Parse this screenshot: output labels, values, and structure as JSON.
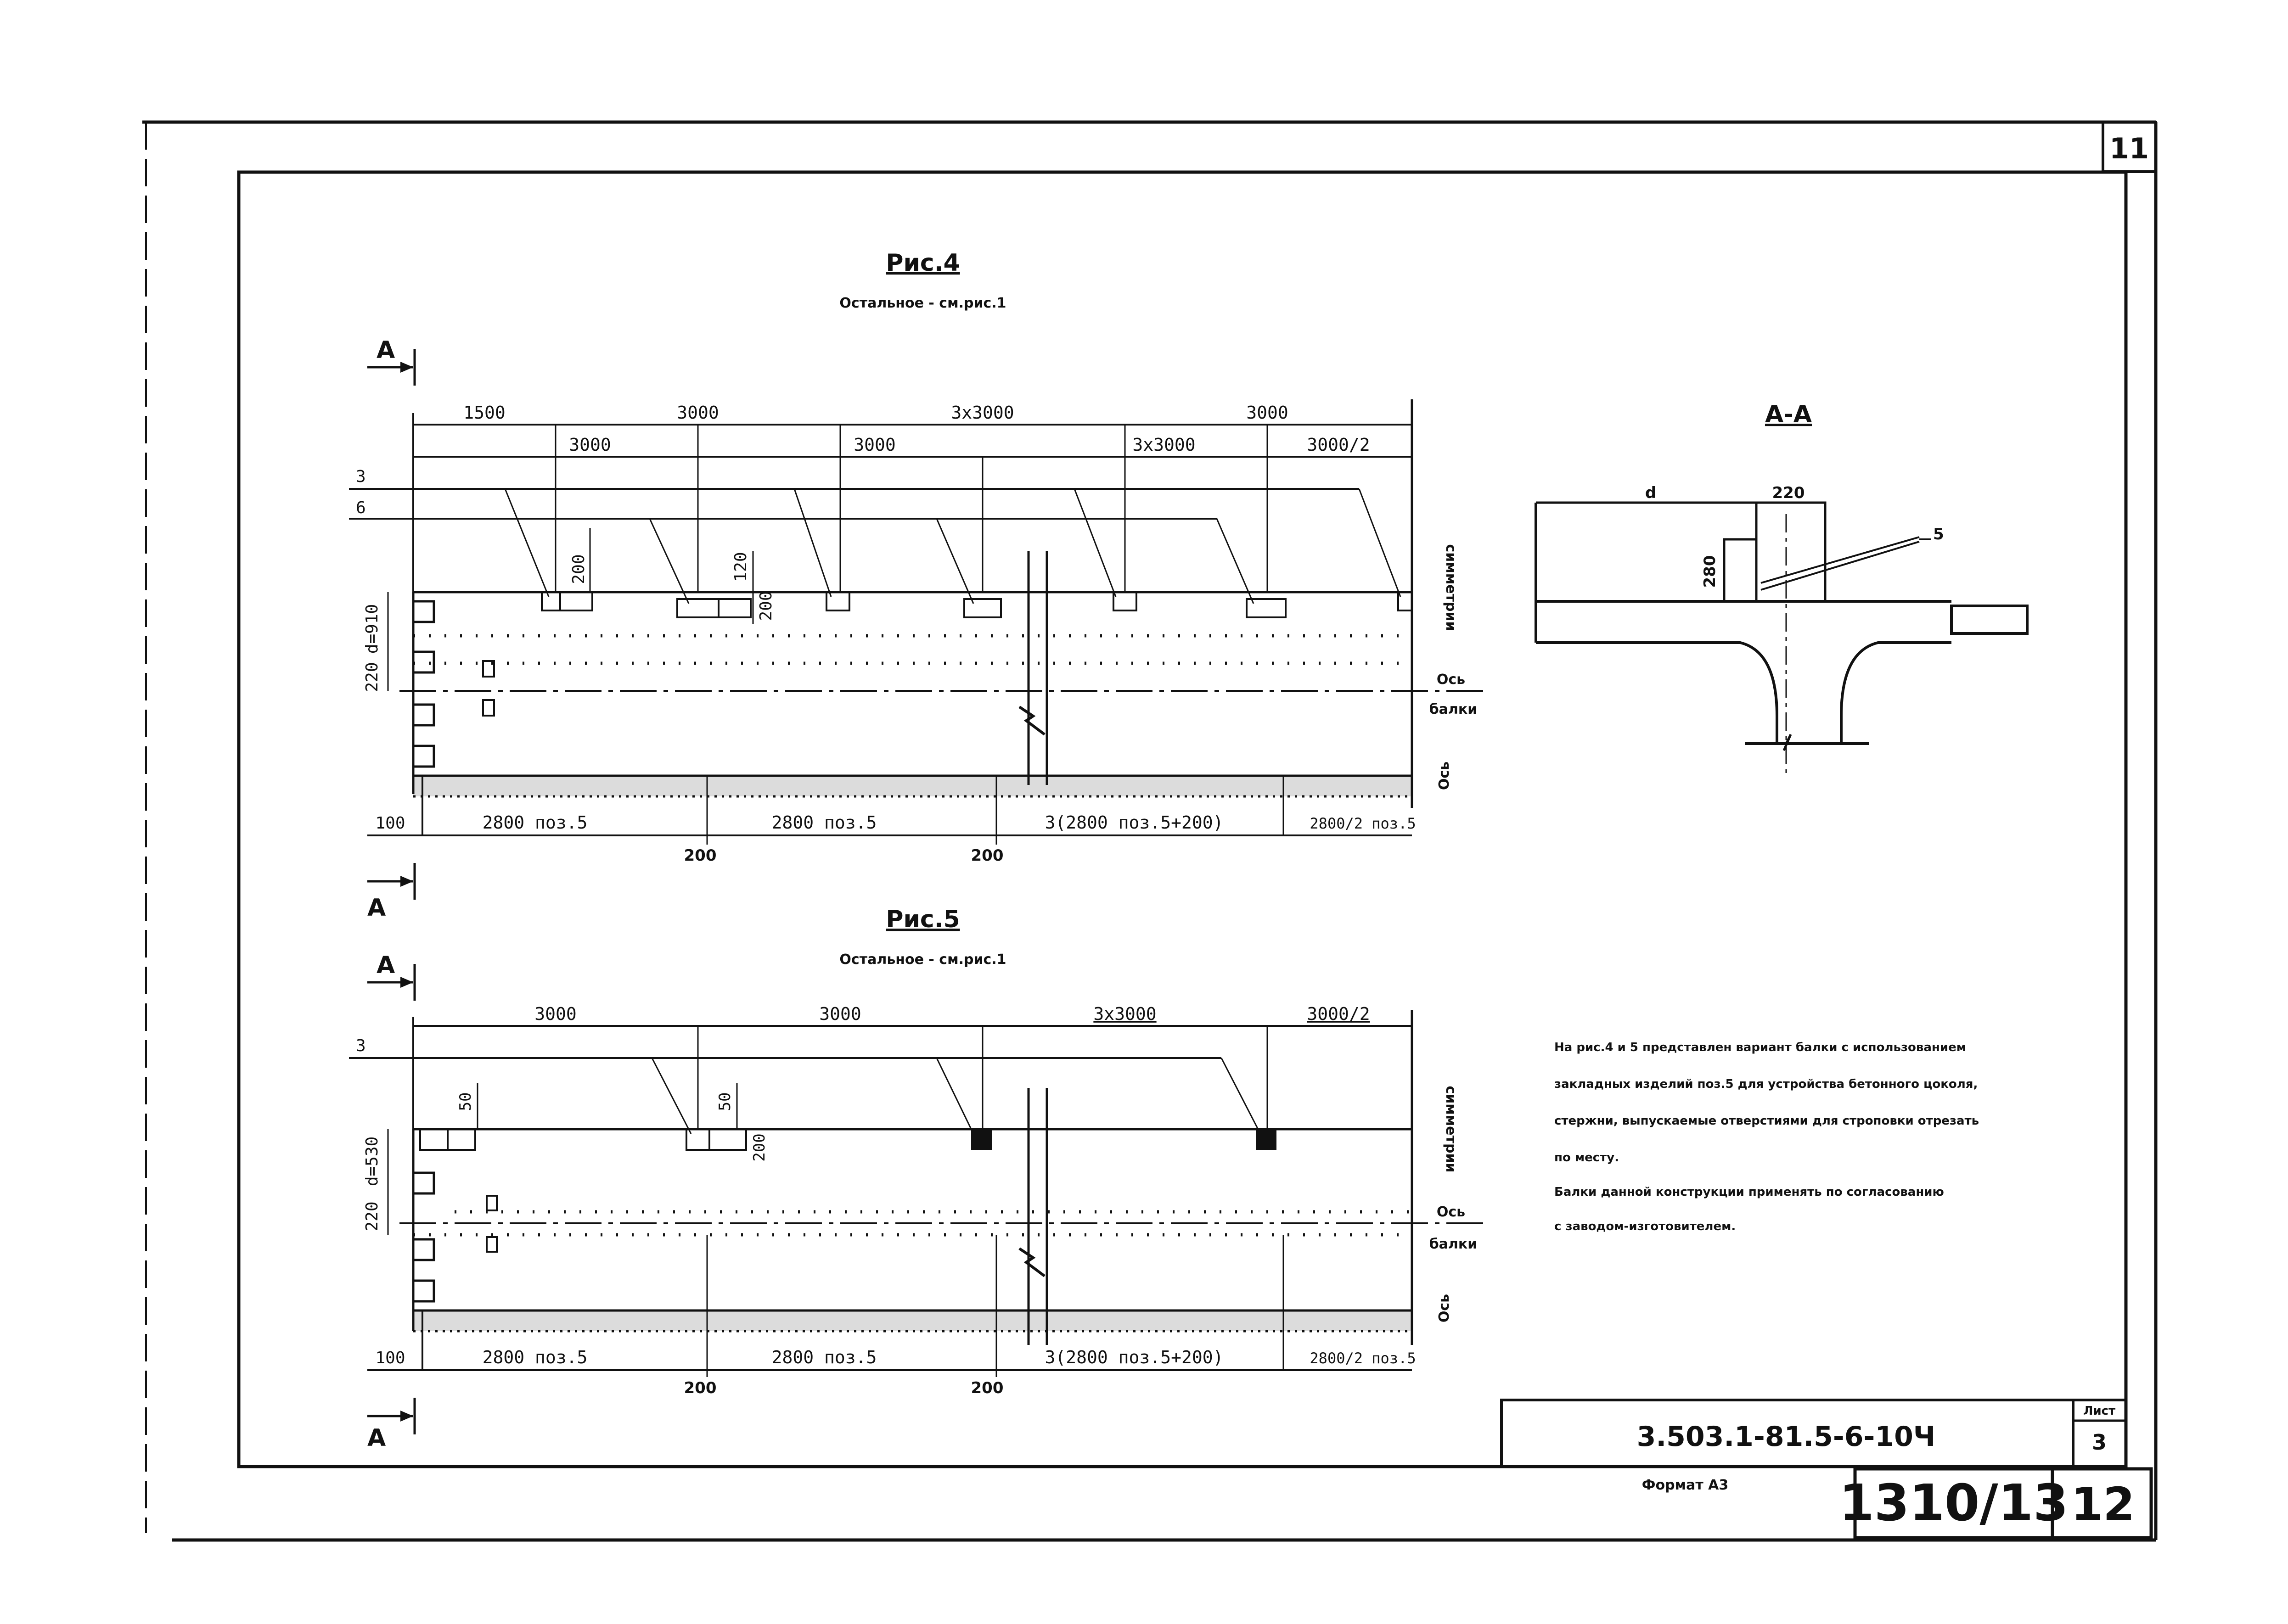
{
  "sheet": {
    "top_number": "11",
    "code": "3.503.1-81.5-6-10Ч",
    "sheet_label": "Лист",
    "sheet_number": "3",
    "format_label": "Формат А3",
    "archive_number": "1310/13",
    "page_number": "12"
  },
  "fig4": {
    "title": "Рис.4",
    "subtitle": "Остальное - см.рис.1",
    "section_mark": "А",
    "top_dims": [
      "1500",
      "3000",
      "3х3000",
      "3000"
    ],
    "second_dims": [
      "3000",
      "3000",
      "3х3000",
      "3000/2"
    ],
    "ref_3": "3",
    "ref_6": "6",
    "dim_200": "200",
    "dim_120": "120",
    "dim_200b": "200",
    "left_d": "d=910",
    "left_220": "220",
    "bottom_100": "100",
    "bottom_dims": [
      "2800 поз.5",
      "2800 поз.5",
      "3(2800 поз.5+200)",
      "2800/2 поз.5"
    ],
    "below_200a": "200",
    "below_200b": "200",
    "right_labels": [
      "симметрии",
      "Ось",
      "балки",
      "Ось"
    ]
  },
  "fig5": {
    "title": "Рис.5",
    "subtitle": "Остальное - см.рис.1",
    "section_mark": "А",
    "top_dims": [
      "3000",
      "3000",
      "3х3000",
      "3000/2"
    ],
    "ref_3": "3",
    "dim_50a": "50",
    "dim_50b": "50",
    "dim_200": "200",
    "left_d": "d=530",
    "left_220": "220",
    "bottom_100": "100",
    "bottom_dims": [
      "2800 поз.5",
      "2800 поз.5",
      "3(2800 поз.5+200)",
      "2800/2 поз.5"
    ],
    "below_200a": "200",
    "below_200b": "200",
    "right_labels": [
      "симметрии",
      "Ось",
      "балки",
      "Ось"
    ]
  },
  "section": {
    "title": "А-А",
    "dim_d": "d",
    "dim_220": "220",
    "dim_280": "280",
    "ref_5": "5"
  },
  "note": {
    "lines": [
      "На рис.4 и 5 представлен вариант балки с использованием",
      "закладных изделий поз.5 для устройства бетонного цоколя,",
      "стержни, выпускаемые отверстиями для строповки отрезать",
      "по месту.",
      "Балки данной конструкции применять по согласованию",
      "с заводом-изготовителем."
    ]
  }
}
